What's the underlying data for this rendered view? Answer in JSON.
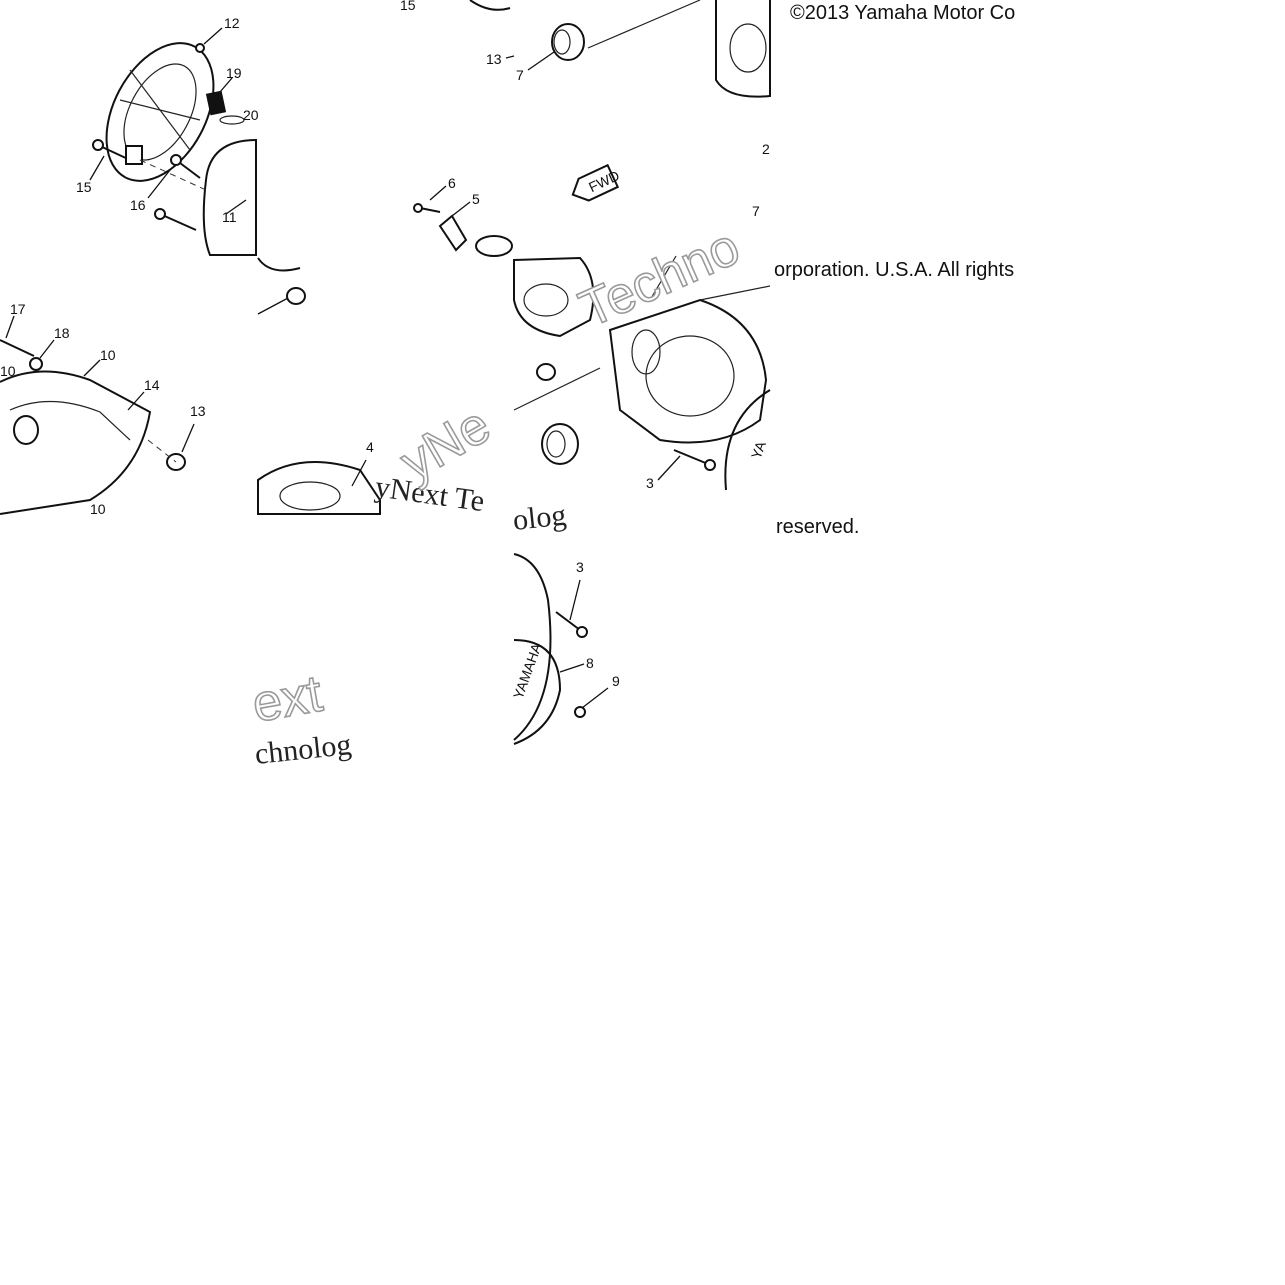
{
  "copyright": {
    "line1": "©2013 Yamaha Motor Co",
    "line2": "orporation. U.S.A. All rights",
    "line3": "reserved."
  },
  "watermarks": [
    "yNext Te",
    "ext",
    "chnolog",
    "Techno",
    "olog",
    "yNe"
  ],
  "part_labels": {
    "fwd_arrow": "FWD",
    "yamaha_logo": "YAMAHA",
    "yamaha_logo_short": "YA"
  },
  "callouts": [
    "12",
    "19",
    "20",
    "15",
    "16",
    "11",
    "15",
    "13",
    "7",
    "6",
    "5",
    "2",
    "7",
    "17",
    "18",
    "10",
    "14",
    "13",
    "10",
    "10",
    "4",
    "3",
    "3",
    "8",
    "9"
  ]
}
